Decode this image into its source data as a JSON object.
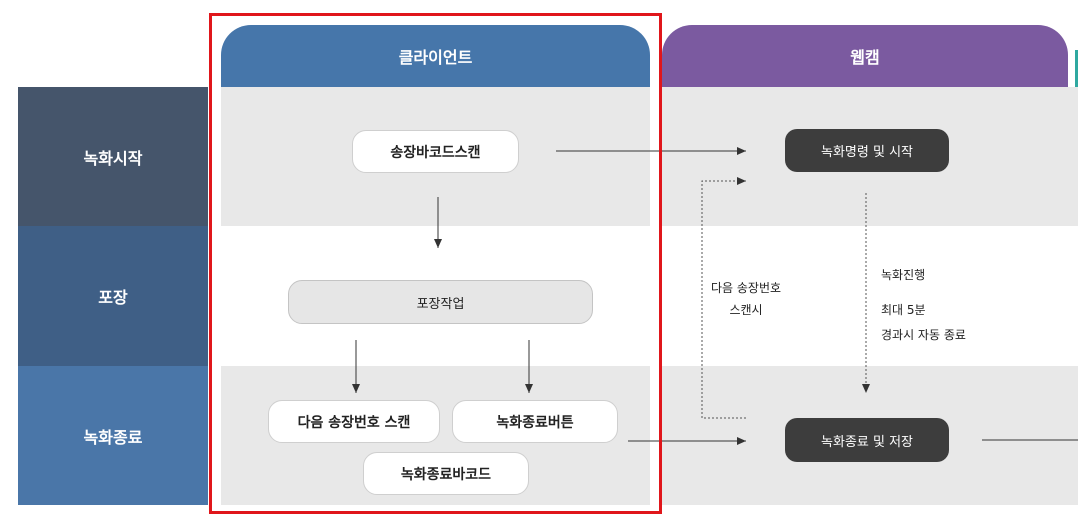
{
  "rows": [
    {
      "label": "녹화시작",
      "color": "#45556b"
    },
    {
      "label": "포장",
      "color": "#3f5f86"
    },
    {
      "label": "녹화종료",
      "color": "#4a76a8"
    }
  ],
  "columns": [
    {
      "label": "클라이언트",
      "color": "#4676aa"
    },
    {
      "label": "웹캠",
      "color": "#7b5aa0"
    }
  ],
  "client": {
    "scan_invoice": "송장바코드스캔",
    "packing": "포장작업",
    "next_invoice_scan": "다음 송장번호 스캔",
    "stop_button": "녹화종료버튼",
    "stop_barcode": "녹화종료바코드"
  },
  "webcam": {
    "start": "녹화명령 및 시작",
    "stop_save": "녹화종료 및 저장"
  },
  "notes": {
    "next_scan_line1": "다음 송장번호",
    "next_scan_line2": "스캔시",
    "recording": "녹화진행",
    "max_time": "최대 5분",
    "auto_stop": "경과시 자동 종료"
  },
  "highlight_color": "#e0161b"
}
